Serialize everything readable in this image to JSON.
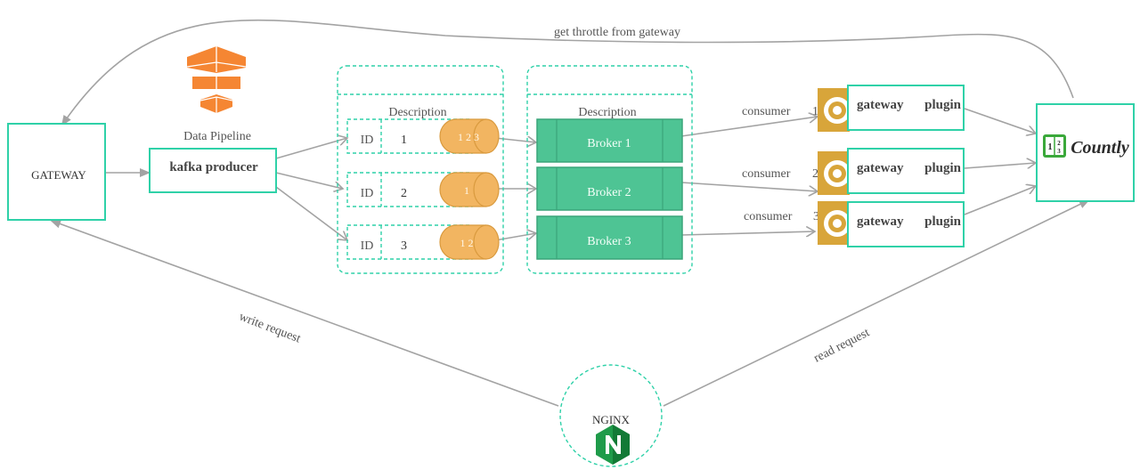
{
  "labels": {
    "gateway": "GATEWAY",
    "data_pipeline": "Data  Pipeline",
    "kafka_producer": "kafka   producer",
    "throttle": "get  throttle   from  gateway",
    "write_request": "write  request",
    "read_request": "read  request",
    "nginx": "NGINX",
    "countly": "Countly"
  },
  "topics": {
    "title": "Description",
    "rows": [
      {
        "id_label": "ID",
        "id": "1",
        "partitions": "1 2 3"
      },
      {
        "id_label": "ID",
        "id": "2",
        "partitions": "1"
      },
      {
        "id_label": "ID",
        "id": "3",
        "partitions": "1 2"
      }
    ]
  },
  "brokers": {
    "title": "Description",
    "items": [
      "Broker  1",
      "Broker  2",
      "Broker  3"
    ]
  },
  "consumers": [
    {
      "label": "consumer",
      "num": "1",
      "plugin_a": "gateway",
      "plugin_b": "plugin"
    },
    {
      "label": "consumer",
      "num": "2",
      "plugin_a": "gateway",
      "plugin_b": "plugin"
    },
    {
      "label": "consumer",
      "num": "3",
      "plugin_a": "gateway",
      "plugin_b": "plugin"
    }
  ],
  "colors": {
    "accent": "#2fd1a8",
    "broker": "#4ec494",
    "partition": "#f2b561",
    "kafka": "#f58633",
    "gear": "#d8a53a",
    "nginx": "#1f9b4a"
  }
}
